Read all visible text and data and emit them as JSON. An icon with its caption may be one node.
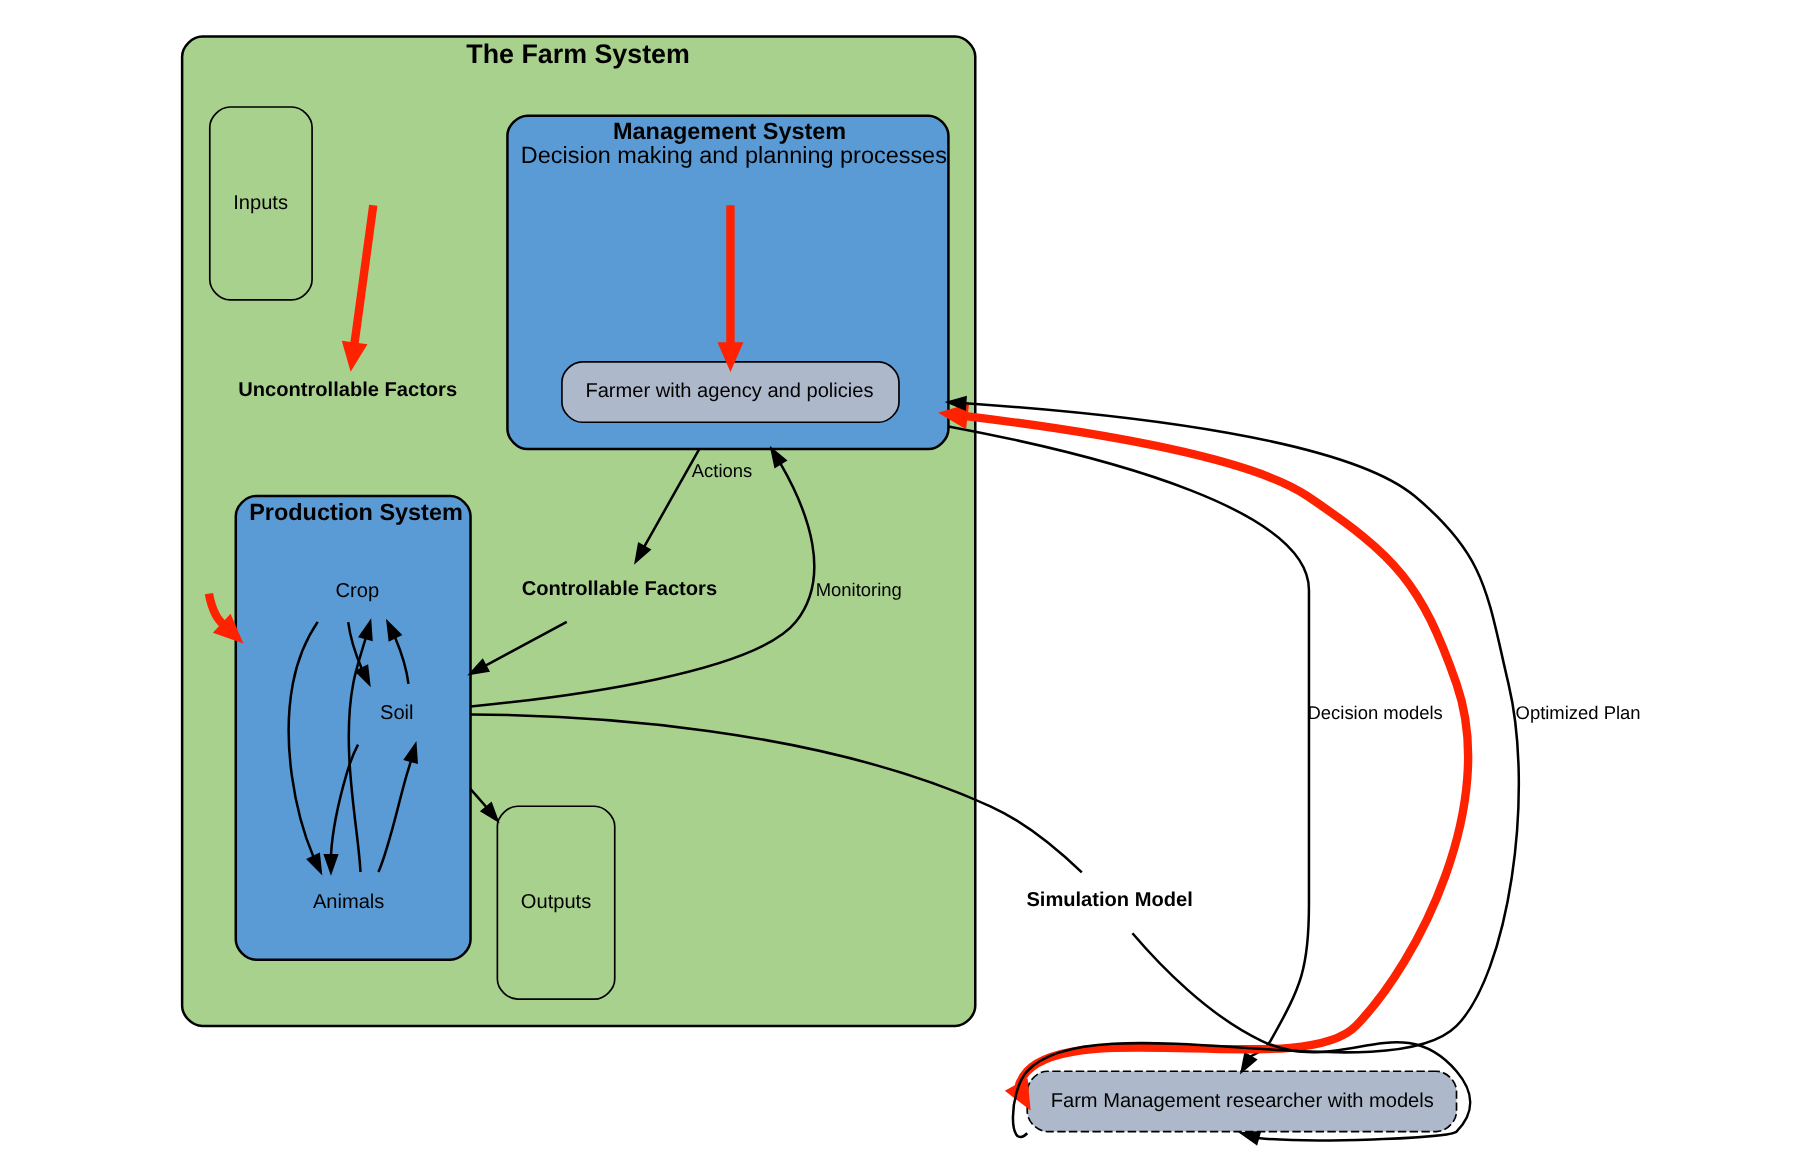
{
  "diagram": {
    "nodes": [
      {
        "text": [
          "The Farm System"
        ]
      },
      {
        "text": [
          "Management System",
          "Decision making and planning processes"
        ],
        "in": 0
      },
      {
        "text": [
          "Farmer with agency and policies"
        ],
        "in": 1
      },
      {
        "text": [
          "Production System"
        ],
        "in": 0
      },
      {
        "text": [
          "Crop"
        ],
        "in": 3
      },
      {
        "text": [
          "Soil"
        ],
        "in": 3
      },
      {
        "text": [
          "Animals"
        ],
        "in": 3
      },
      {
        "text": [
          "Inputs"
        ],
        "in": 0
      },
      {
        "text": [
          "Outputs"
        ],
        "in": 0
      },
      {
        "text": [
          "Controllable Factors"
        ],
        "in": 0
      },
      {
        "text": [
          "Uncontrollable Factors"
        ],
        "in": 0
      },
      {
        "text": [
          "Farm Management researcher with models"
        ]
      },
      {
        "text": [
          "Simulation Model"
        ]
      }
    ],
    "edges": [
      {
        "from": 1,
        "to": 11,
        "arrow": "to",
        "label": "Decision models"
      },
      {
        "from": 1,
        "to": 11,
        "arrow": "both",
        "style": "thick",
        "color": "#ff2200"
      },
      {
        "from": 11,
        "to": 1,
        "arrow": "to",
        "label": "Optimized Plan"
      },
      {
        "from": null,
        "to": 2,
        "arrow": "to",
        "style": "thick",
        "color": "#ff2200"
      },
      {
        "from": 1,
        "to": 9,
        "arrow": "to",
        "label": "Actions"
      },
      {
        "from": null,
        "to": 3,
        "arrow": "to",
        "style": "thick",
        "color": "#ff2200"
      },
      {
        "from": 9,
        "to": 3,
        "arrow": "to"
      },
      {
        "from": null,
        "to": 10,
        "arrow": "to",
        "style": "thick",
        "color": "#ff2200"
      },
      {
        "from": 3,
        "to": 1,
        "arrow": "to",
        "label": "Monitoring"
      },
      {
        "from": 4,
        "to": 5,
        "arrow": "to"
      },
      {
        "from": 5,
        "to": 4,
        "arrow": "to"
      },
      {
        "from": 4,
        "to": 6,
        "arrow": "to"
      },
      {
        "from": 6,
        "to": 4,
        "arrow": "to"
      },
      {
        "from": 6,
        "to": 5,
        "arrow": "to"
      },
      {
        "from": 5,
        "to": 6,
        "arrow": "to"
      },
      {
        "from": 3,
        "to": 8,
        "arrow": "to"
      },
      {
        "from": 3,
        "to": 12,
        "arrow": "none"
      },
      {
        "from": 12,
        "to": 11,
        "arrow": "to"
      }
    ]
  }
}
